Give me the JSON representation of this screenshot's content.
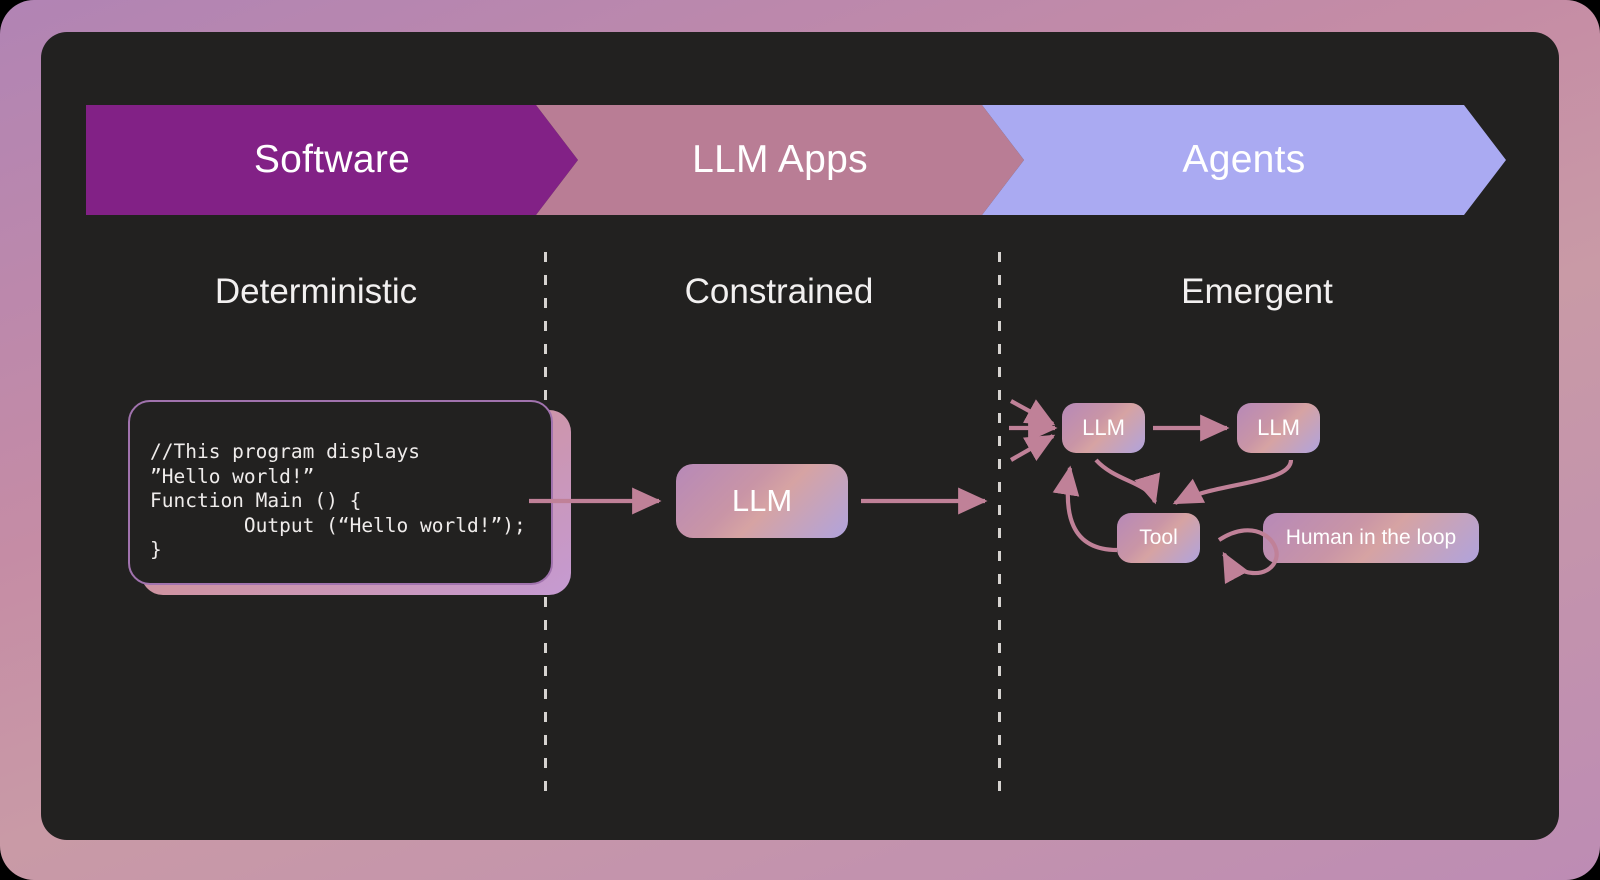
{
  "colors": {
    "frame": "#bd8cb4",
    "panel": "#222120",
    "chevron_software": "#822186",
    "chevron_llm_apps": "#b97d95",
    "chevron_agents": "#aaaaf2",
    "arrow": "#c08198",
    "divider": "#d6d3d0",
    "node_gradient_start": "#b789b8",
    "node_gradient_mid": "#d6a3a3",
    "node_gradient_end": "#b0a3dd",
    "text": "#ffffff"
  },
  "header": {
    "stages": [
      {
        "label": "Software",
        "color": "#822186"
      },
      {
        "label": "LLM Apps",
        "color": "#b97d95"
      },
      {
        "label": "Agents",
        "color": "#aaaaf2"
      }
    ]
  },
  "columns": [
    {
      "title": "Deterministic"
    },
    {
      "title": "Constrained"
    },
    {
      "title": "Emergent"
    }
  ],
  "software": {
    "code": "//This program displays\n”Hello world!”\nFunction Main () {\n        Output (“Hello world!”);\n}"
  },
  "llm_apps": {
    "node_label": "LLM",
    "arrow_in": "arrow-right-icon",
    "arrow_out": "arrow-right-icon"
  },
  "agents": {
    "nodes": [
      {
        "id": "llm-1",
        "label": "LLM"
      },
      {
        "id": "llm-2",
        "label": "LLM"
      },
      {
        "id": "tool",
        "label": "Tool"
      },
      {
        "id": "human",
        "label": "Human in the loop"
      }
    ],
    "edges": [
      {
        "from": "input-1",
        "to": "llm-1",
        "style": "straight"
      },
      {
        "from": "input-2",
        "to": "llm-1",
        "style": "straight"
      },
      {
        "from": "input-3",
        "to": "llm-1",
        "style": "straight"
      },
      {
        "from": "llm-1",
        "to": "llm-2",
        "style": "straight"
      },
      {
        "from": "llm-1",
        "to": "tool",
        "style": "curved"
      },
      {
        "from": "llm-2",
        "to": "tool",
        "style": "curved"
      },
      {
        "from": "tool",
        "to": "llm-1",
        "style": "curved"
      },
      {
        "from": "tool",
        "to": "tool",
        "style": "self-loop"
      }
    ]
  }
}
